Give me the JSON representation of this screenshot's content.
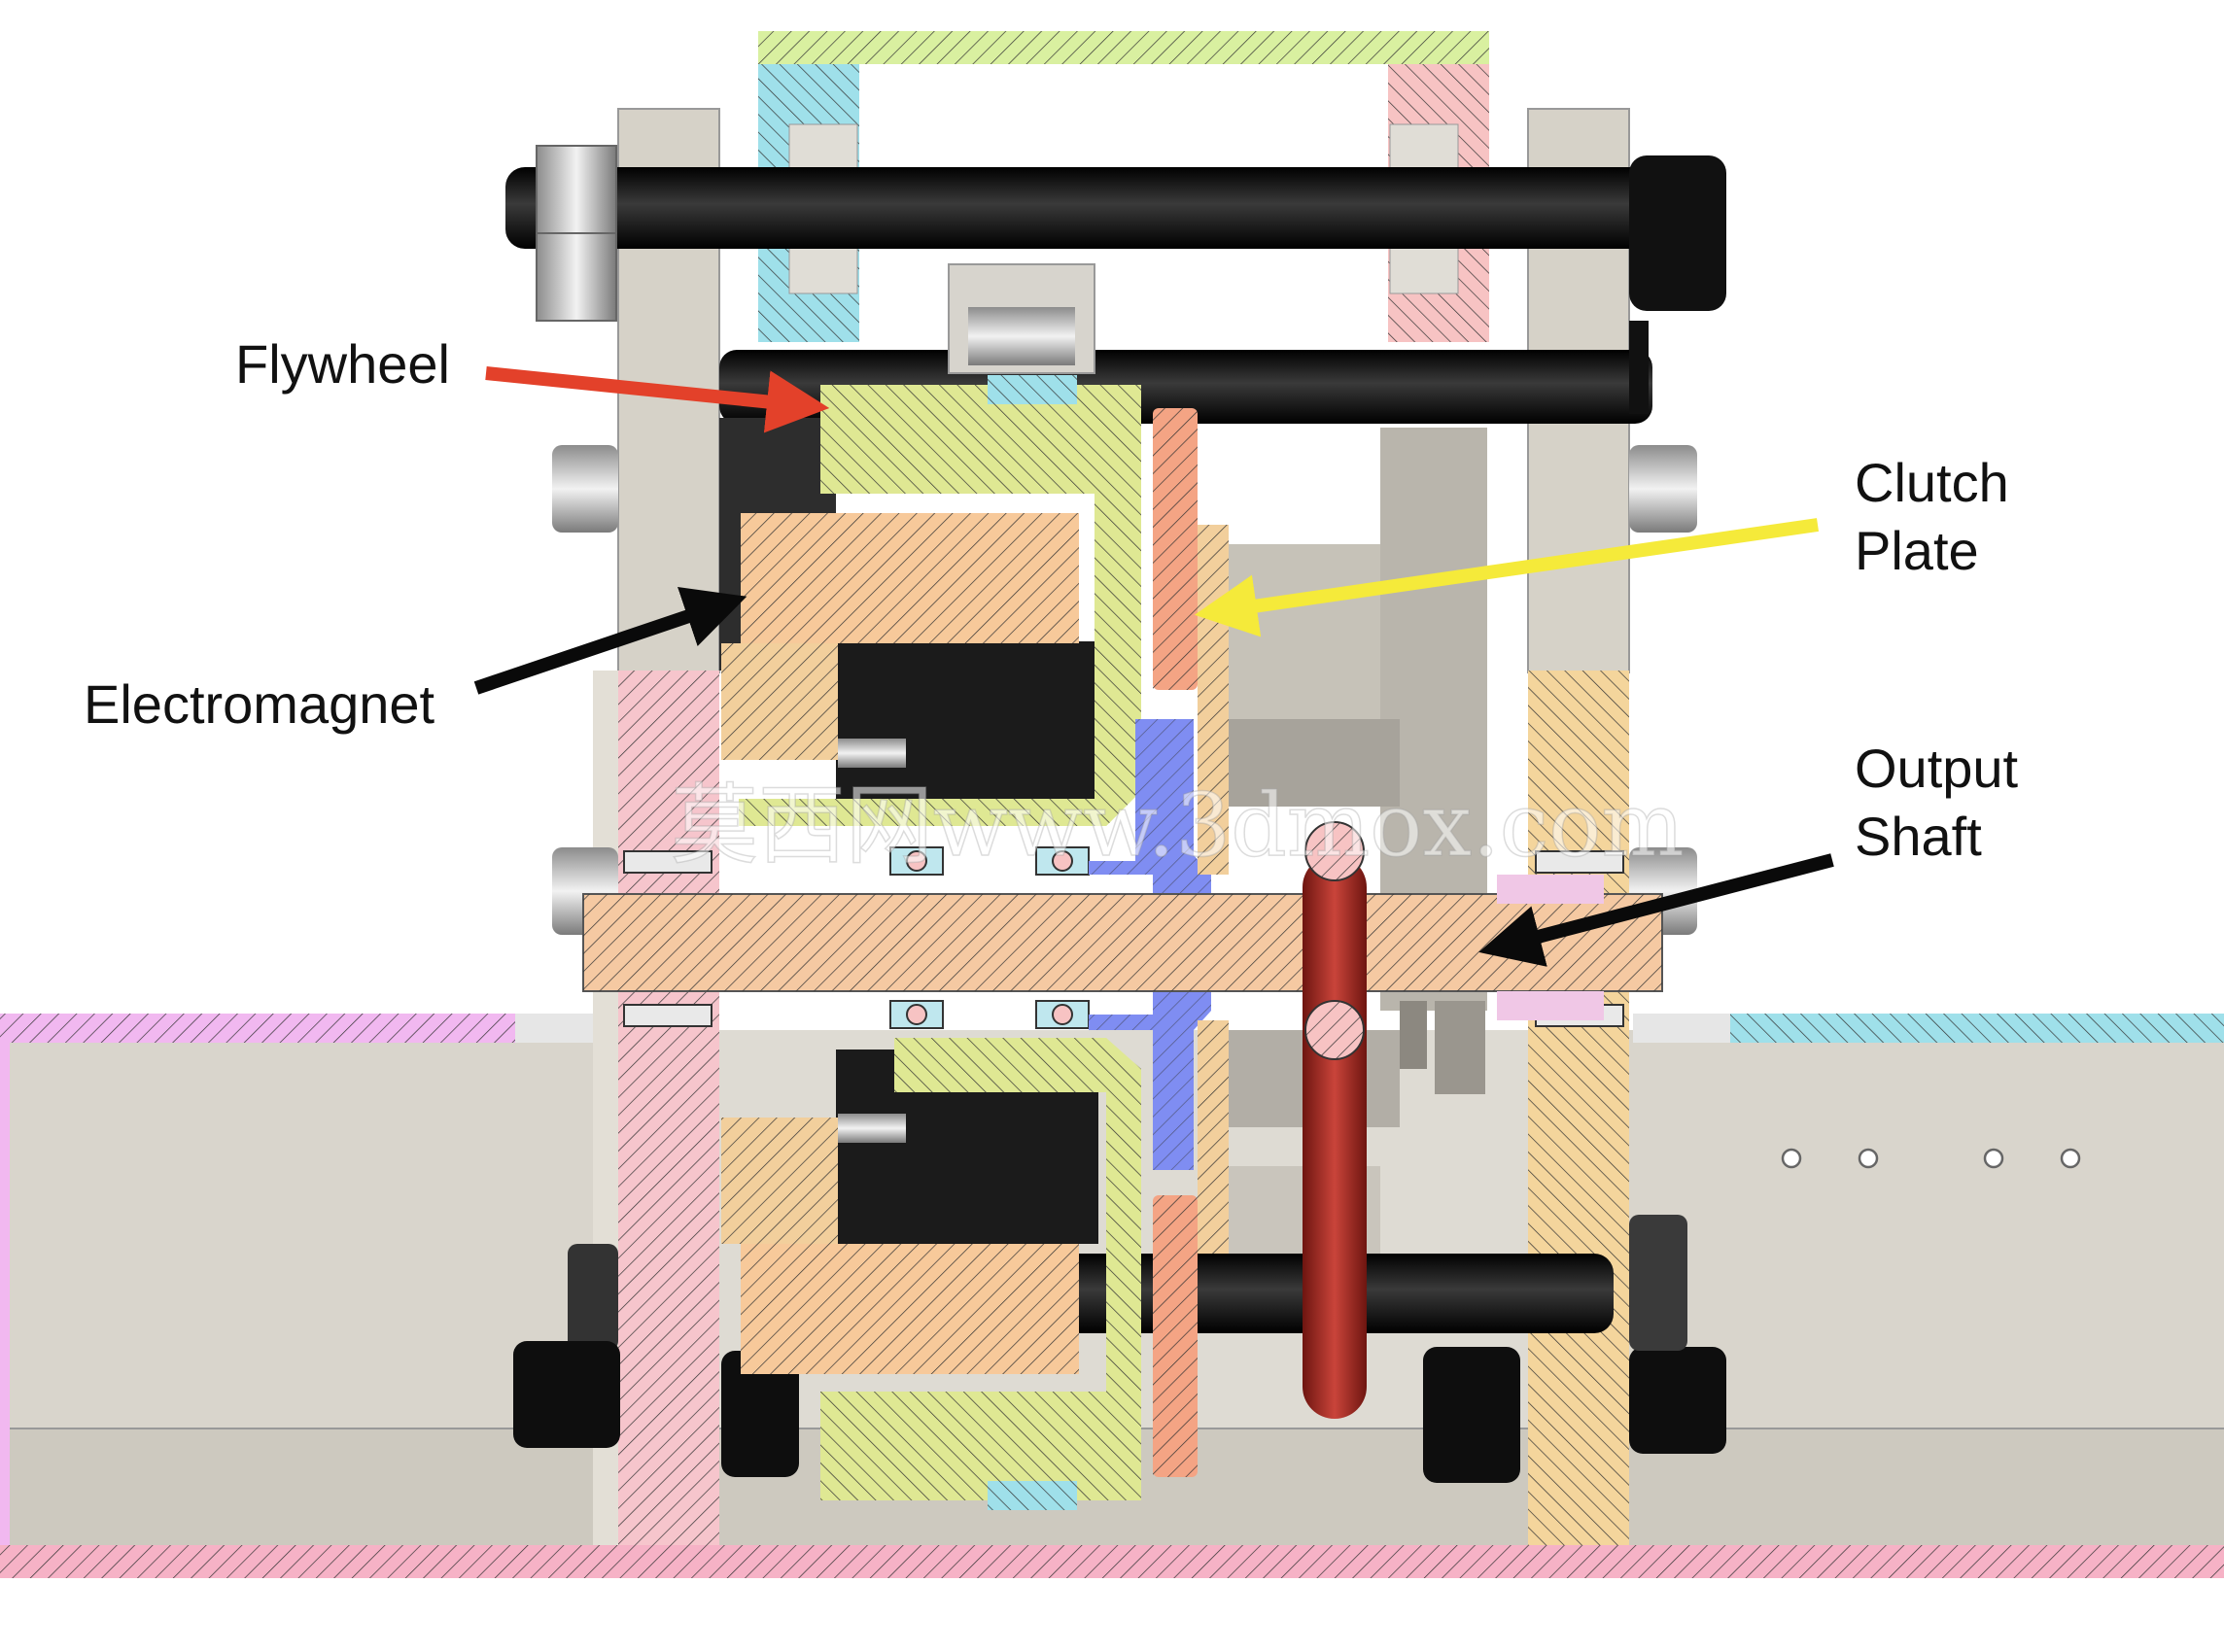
{
  "labels": {
    "flywheel": "Flywheel",
    "electromagnet": "Electromagnet",
    "clutch_line1": "Clutch",
    "clutch_line2": "Plate",
    "output_line1": "Output",
    "output_line2": "Shaft"
  },
  "watermark": "莫西网www.3dmox.com",
  "colors": {
    "flywheel": "#dfe893",
    "electromagnet": "#f2cf9c",
    "coil_core": "#f7c99a",
    "shaft": "#f5c9a2",
    "clutch_plate": "#f4a484",
    "hub": "#7f8df2",
    "frame_left": "#f6c5cc",
    "frame_right": "#f4d59c",
    "top_left": "#9fe0ea",
    "top_bar": "#d9f0a0",
    "top_right": "#f7c3c3",
    "base": "#f6b2c6",
    "housing": "#d9d5cc",
    "rod": "#151515",
    "handle": "#a52a22",
    "arrow_red": "#e3412a",
    "arrow_yellow": "#f5ea3a",
    "arrow_black": "#0a0a0a"
  }
}
